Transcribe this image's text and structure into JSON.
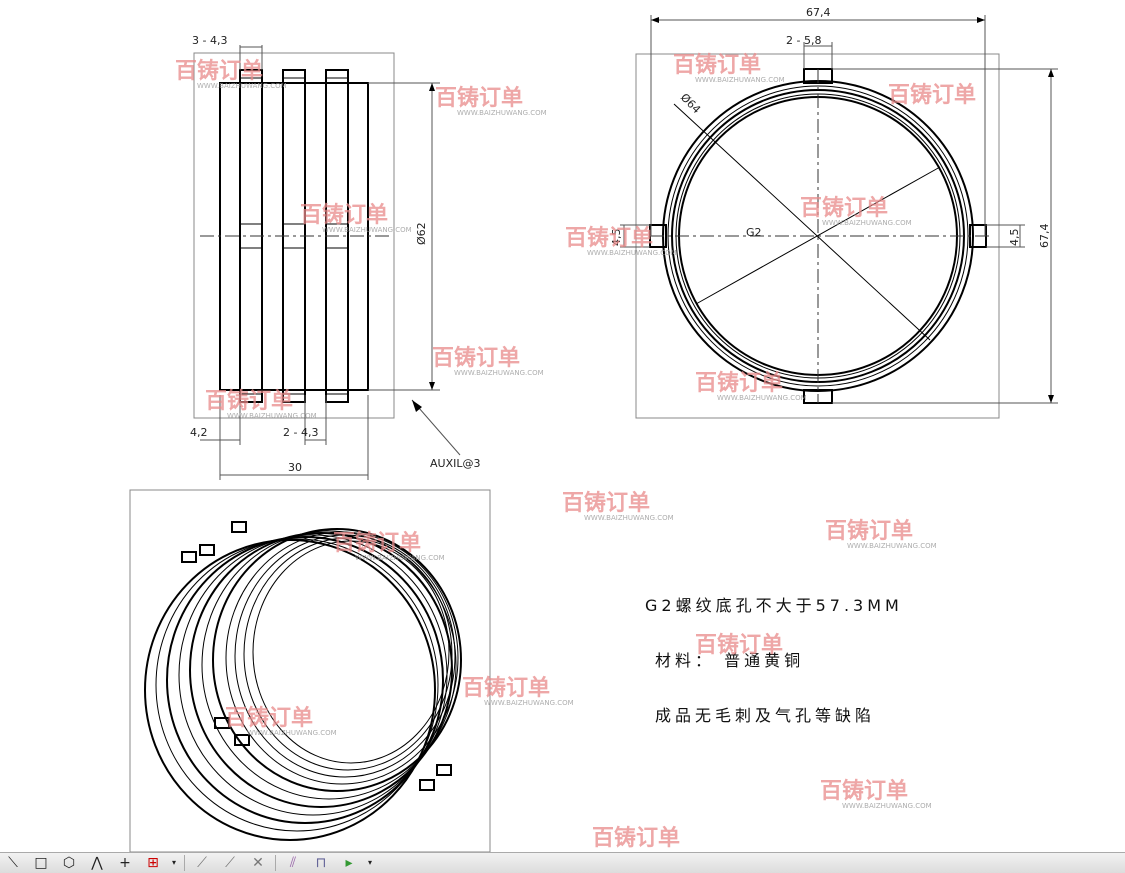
{
  "side_view": {
    "dim_slot_top": "3 - 4,3",
    "dim_diameter": "Ø62",
    "dim_left": "4,2",
    "dim_slot_bottom": "2 - 4,3",
    "dim_width": "30",
    "aux_label": "AUXIL@3"
  },
  "front_view": {
    "dim_width": "67,4",
    "dim_height": "67,4",
    "dim_tab": "2 - 5,8",
    "dim_tab_right": "4,5",
    "dim_tab_left": "4,5",
    "dim_outer": "Ø64",
    "thread": "G2"
  },
  "notes": [
    "G2螺纹底孔不大于57.3MM",
    "材料： 普通黄铜",
    "成品无毛刺及气孔等缺陷"
  ],
  "watermark": {
    "brand": "百铸订单",
    "url": "WWW.BAIZHUWANG.COM"
  },
  "toolbar": {
    "icons": [
      "chamfer-icon",
      "rectangle-icon",
      "polygon-icon",
      "polyline-icon",
      "point-icon",
      "insert-block-icon",
      "trim-icon",
      "extend-icon",
      "break-icon",
      "offset-icon",
      "dimension-icon",
      "arrow-line-icon"
    ]
  }
}
